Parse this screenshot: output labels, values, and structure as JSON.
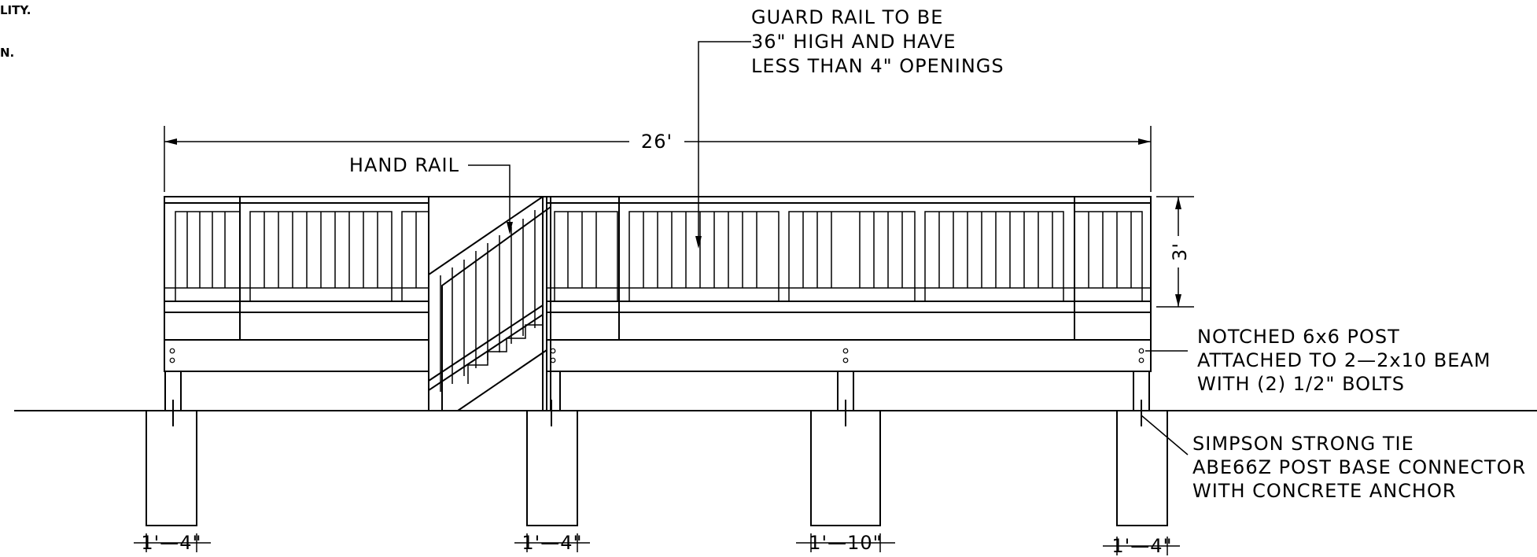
{
  "edge_notes": [
    "LITY.",
    "N."
  ],
  "callouts": {
    "guard_rail": [
      "GUARD RAIL TO BE",
      "36\" HIGH AND HAVE",
      "LESS THAN 4\" OPENINGS"
    ],
    "hand_rail": "HAND RAIL",
    "post": [
      "NOTCHED 6x6 POST",
      "ATTACHED TO 2—2x10 BEAM",
      "WITH (2) 1/2\" BOLTS"
    ],
    "base": [
      "SIMPSON STRONG TIE",
      "ABE66Z POST BASE CONNECTOR",
      "WITH CONCRETE ANCHOR"
    ]
  },
  "dimensions": {
    "overall_length": "26'",
    "rail_height": "3'",
    "footings": [
      "1'—4\"",
      "1'—4\"",
      "1'—10\"",
      "1'—4\""
    ]
  }
}
